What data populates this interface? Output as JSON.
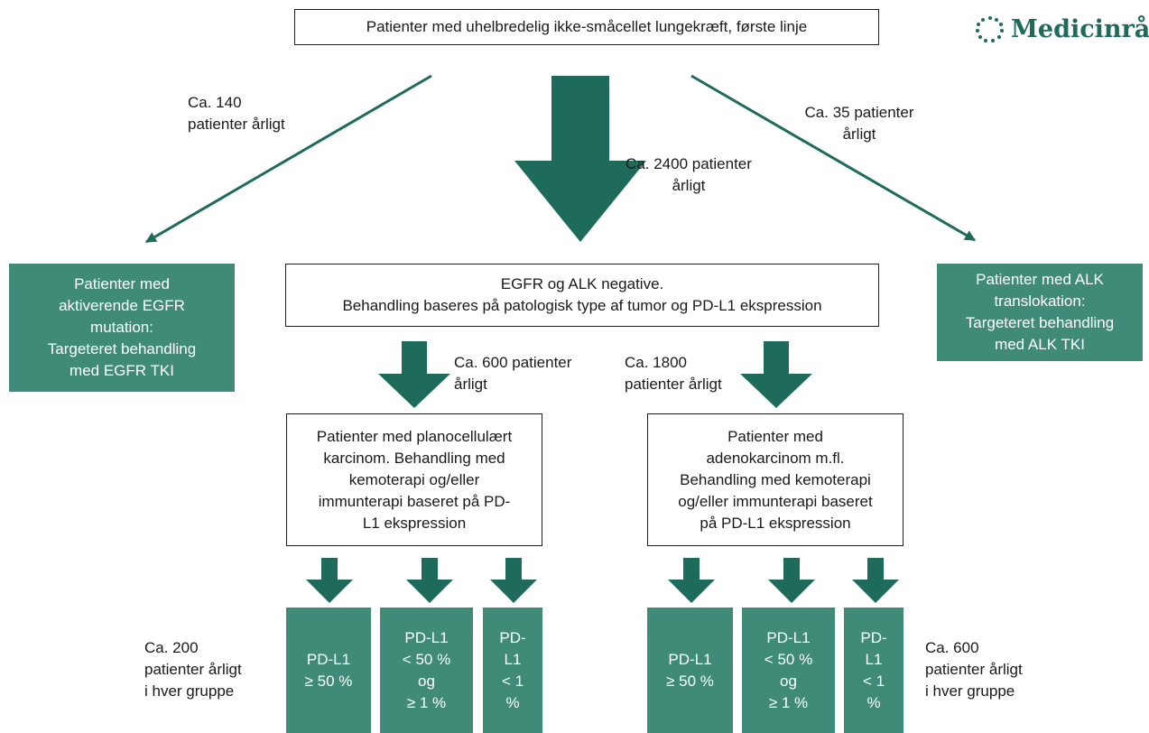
{
  "logo": {
    "text": "Medicinrå",
    "color": "#1e6b5c"
  },
  "colors": {
    "accent": "#1e6b5c",
    "box_fill": "#3f8b78",
    "border": "#1e1e1e"
  },
  "root": "Patienter med uhelbredelig ikke-småcellet lungekræft, første linje",
  "flows": {
    "left": "Ca. 140\npatienter årligt",
    "center": "Ca. 2400 patienter\nårligt",
    "right": "Ca. 35 patienter\nårligt",
    "planocellular": "Ca. 600 patienter\nårligt",
    "adeno": "Ca. 1800\npatienter årligt",
    "groups_left": "Ca. 200\npatienter årligt\ni hver gruppe",
    "groups_right": "Ca. 600\npatienter årligt\ni hver gruppe"
  },
  "boxes": {
    "egfr": "Patienter med\naktiverende EGFR\nmutation:\nTargeteret behandling\nmed EGFR TKI",
    "negative": "EGFR og ALK negative.\nBehandling baseres på patologisk type af tumor og PD-L1 ekspression",
    "alk": "Patienter med ALK\ntranslokation:\nTargeteret behandling\nmed ALK TKI",
    "planocellular": "Patienter med planocellulært\nkarcinom. Behandling med\nkemoterapi og/eller\nimmunterapi baseret på PD-\nL1 ekspression",
    "adeno": "Patienter med\nadenokarcinom m.fl.\nBehandling med kemoterapi\nog/eller immunterapi baseret\npå PD-L1 ekspression"
  },
  "pdl1_groups": {
    "left": [
      "PD-L1\n≥ 50 %",
      "PD-L1\n< 50 %\nog\n≥ 1 %",
      "PD-\nL1\n< 1\n%"
    ],
    "right": [
      "PD-L1\n≥ 50 %",
      "PD-L1\n< 50 %\nog\n≥ 1 %",
      "PD-\nL1\n< 1\n%"
    ]
  }
}
